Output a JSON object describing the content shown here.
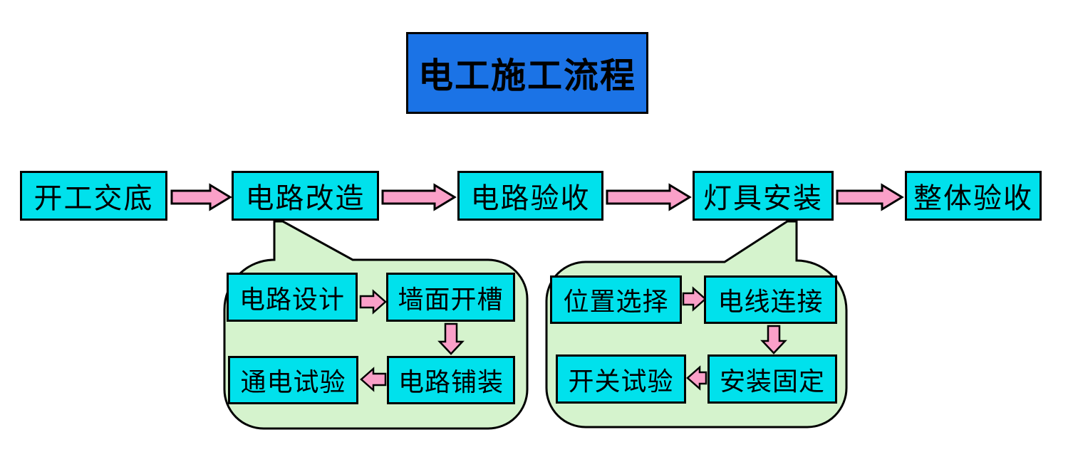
{
  "title": {
    "label": "电工施工流程"
  },
  "flow": {
    "steps": [
      {
        "label": "开工交底"
      },
      {
        "label": "电路改造"
      },
      {
        "label": "电路验收"
      },
      {
        "label": "灯具安装"
      },
      {
        "label": "整体验收"
      }
    ]
  },
  "callouts": [
    {
      "parent": "电路改造",
      "steps": [
        {
          "label": "电路设计"
        },
        {
          "label": "墙面开槽"
        },
        {
          "label": "电路铺装"
        },
        {
          "label": "通电试验"
        }
      ]
    },
    {
      "parent": "灯具安装",
      "steps": [
        {
          "label": "位置选择"
        },
        {
          "label": "电线连接"
        },
        {
          "label": "安装固定"
        },
        {
          "label": "开关试验"
        }
      ]
    }
  ],
  "colors": {
    "title_blue": "#1b73e6",
    "box_cyan": "#00e1ec",
    "arrow_pink": "#faa0c8",
    "bubble_green": "#d5f3cd",
    "outline_black": "#000000"
  }
}
